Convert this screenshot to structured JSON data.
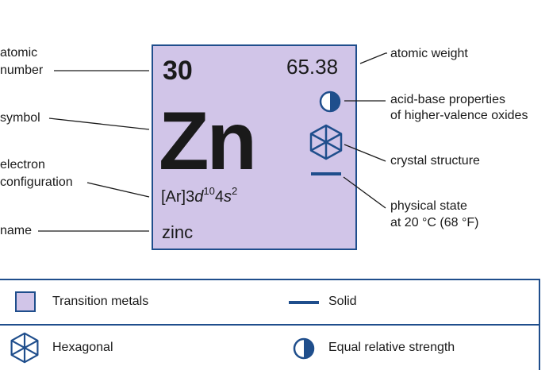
{
  "element": {
    "atomic_number": "30",
    "atomic_weight": "65.38",
    "symbol": "Zn",
    "config_base": "[Ar]3",
    "config_d": "d",
    "config_d_sup": "10",
    "config_mid": "4",
    "config_s": "s",
    "config_s_sup": "2",
    "name": "zinc"
  },
  "labels": {
    "atomic_number_1": "atomic",
    "atomic_number_2": "number",
    "symbol": "symbol",
    "electron_config_1": "electron",
    "electron_config_2": "configuration",
    "name": "name",
    "atomic_weight": "atomic weight",
    "acid_base_1": "acid-base properties",
    "acid_base_2": "of higher-valence oxides",
    "crystal_structure": "crystal structure",
    "physical_state_1": "physical state",
    "physical_state_2": "at 20 °C (68 °F)"
  },
  "legend": {
    "category": "Transition metals",
    "state": "Solid",
    "crystal": "Hexagonal",
    "acid_base": "Equal relative strength"
  },
  "colors": {
    "tile_fill": "#d1c5e8",
    "accent_blue": "#1f4e8c",
    "text": "#1a1a1a"
  },
  "icons": {
    "acid_base": "half-filled-circle-icon",
    "crystal": "hexagonal-crystal-icon",
    "state": "solid-state-dash-icon",
    "category": "category-swatch-icon"
  }
}
